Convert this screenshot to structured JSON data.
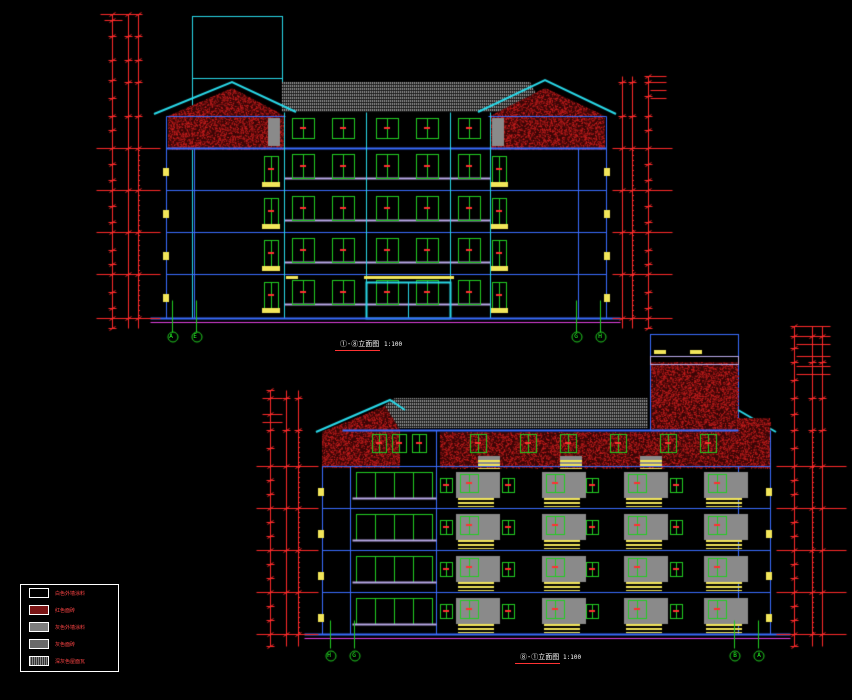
{
  "drawing_1": {
    "title": "①-⑧立面图",
    "scale": "1:100",
    "axis_tags": [
      "A",
      "E",
      "G",
      "H"
    ]
  },
  "drawing_2": {
    "title": "⑧-①立面图",
    "scale": "1:100",
    "axis_tags": [
      "H",
      "G",
      "B",
      "A"
    ]
  },
  "legend": {
    "items": [
      {
        "label": "白色外墙涂料",
        "swatch": "outline"
      },
      {
        "label": "红色面砖",
        "swatch": "brick"
      },
      {
        "label": "灰色外墙涂料",
        "swatch": "grey"
      },
      {
        "label": "灰色面砖",
        "swatch": "grey2"
      },
      {
        "label": "深灰色屋面瓦",
        "swatch": "tile"
      }
    ]
  },
  "colors": {
    "background": "#000000",
    "dimension": "#ff2a2a",
    "outline_blue": "#3a6dff",
    "cyan": "#29d8e8",
    "brick": "#b81a1a",
    "window_green": "#22cc22",
    "roof_tile": "#8a8a8a",
    "balcony_yellow": "#f2e65a",
    "text_white": "#ffffff",
    "floor_lavender": "#b9a9e8"
  }
}
